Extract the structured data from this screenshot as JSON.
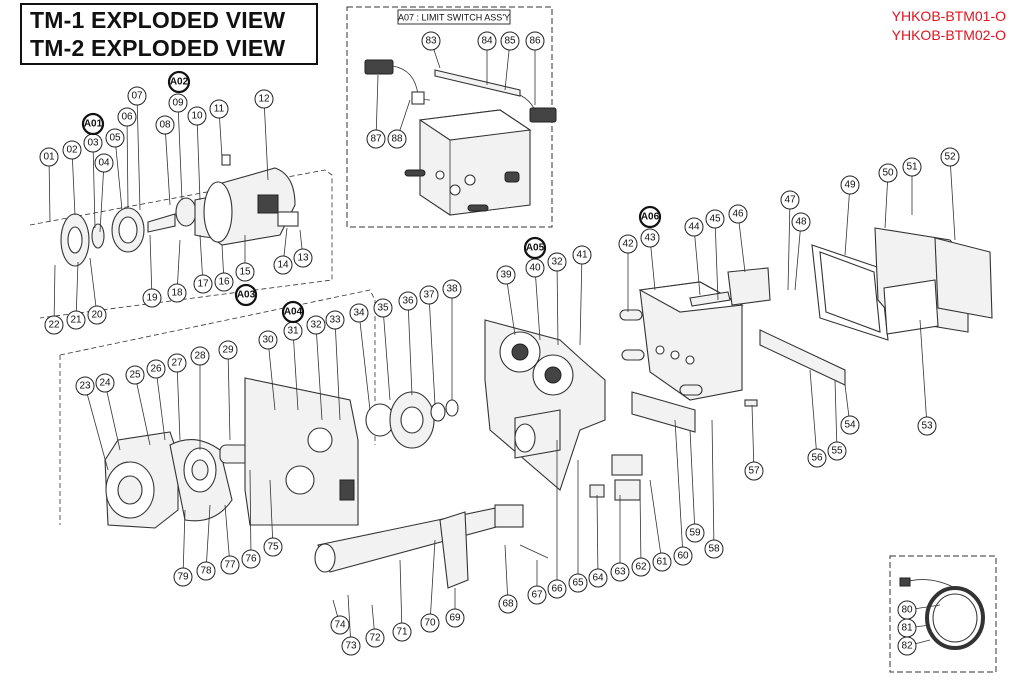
{
  "header": {
    "title_line1": "TM-1 EXPLODED VIEW",
    "title_line2": "TM-2 EXPLODED VIEW",
    "code_line1": "YHKOB-BTM01-O",
    "code_line2": "YHKOB-BTM02-O",
    "code_color": "#e0141e"
  },
  "inset": {
    "label": "A07 : LIMIT SWITCH ASS'Y"
  },
  "callouts": [
    "01",
    "02",
    "03",
    "04",
    "05",
    "06",
    "07",
    "08",
    "09",
    "10",
    "11",
    "12",
    "13",
    "14",
    "15",
    "16",
    "17",
    "18",
    "19",
    "20",
    "21",
    "22",
    "23",
    "24",
    "25",
    "26",
    "27",
    "28",
    "29",
    "30",
    "31",
    "32",
    "33",
    "34",
    "35",
    "36",
    "37",
    "38",
    "39",
    "40",
    "41",
    "42",
    "43",
    "44",
    "45",
    "46",
    "47",
    "48",
    "49",
    "50",
    "51",
    "52",
    "53",
    "54",
    "55",
    "56",
    "57",
    "58",
    "59",
    "60",
    "61",
    "62",
    "63",
    "64",
    "65",
    "66",
    "67",
    "68",
    "69",
    "70",
    "71",
    "72",
    "73",
    "74",
    "75",
    "76",
    "77",
    "78",
    "79",
    "80",
    "81",
    "82",
    "83",
    "84",
    "85",
    "86",
    "87",
    "88"
  ],
  "assemblies": [
    "A01",
    "A02",
    "A03",
    "A04",
    "A05",
    "A06"
  ]
}
